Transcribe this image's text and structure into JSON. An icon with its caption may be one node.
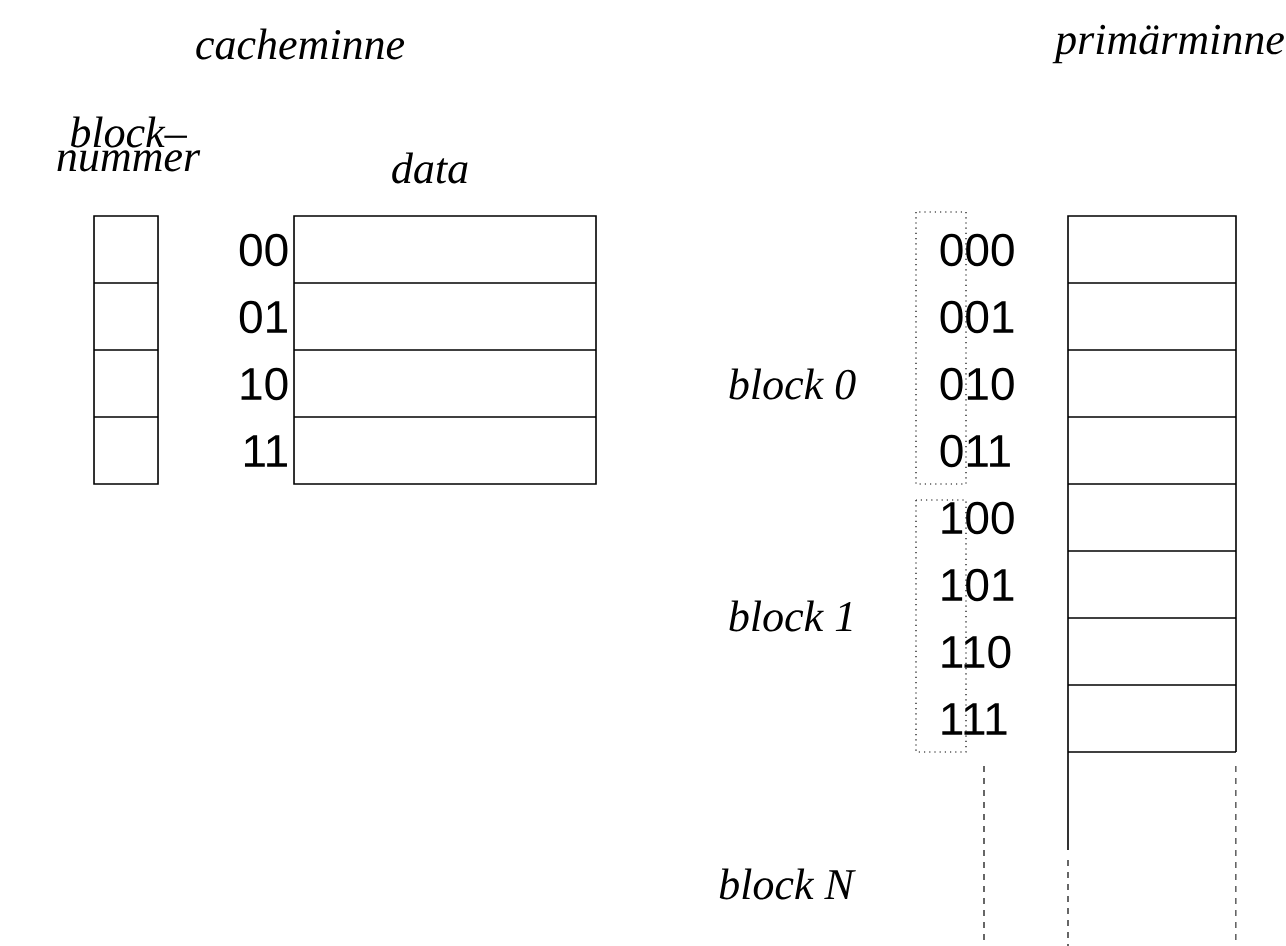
{
  "diagram": {
    "labels": [
      "cacheminne",
      "primärminne",
      "block– nummer",
      "data",
      "00",
      "000",
      "01",
      "001",
      "10",
      "block 0",
      "010",
      "11",
      "011",
      "100",
      "101",
      "block 1",
      "110",
      "111",
      "block N"
    ]
  }
}
